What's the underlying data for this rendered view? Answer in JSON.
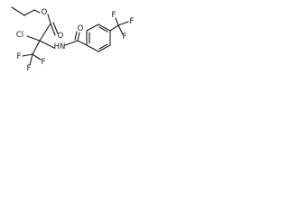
{
  "molecule": {
    "atoms": {
      "o_ether": "O",
      "o_ester": "O",
      "cl": "Cl",
      "nh": "HN",
      "o_amide": "O",
      "f_left_1": "F",
      "f_left_2": "F",
      "f_left_3": "F",
      "f_right_1": "F",
      "f_right_2": "F",
      "f_right_3": "F"
    }
  },
  "colors": {
    "bond": "#1a1a1a",
    "label": "#1a1a1a",
    "background": "#ffffff"
  }
}
